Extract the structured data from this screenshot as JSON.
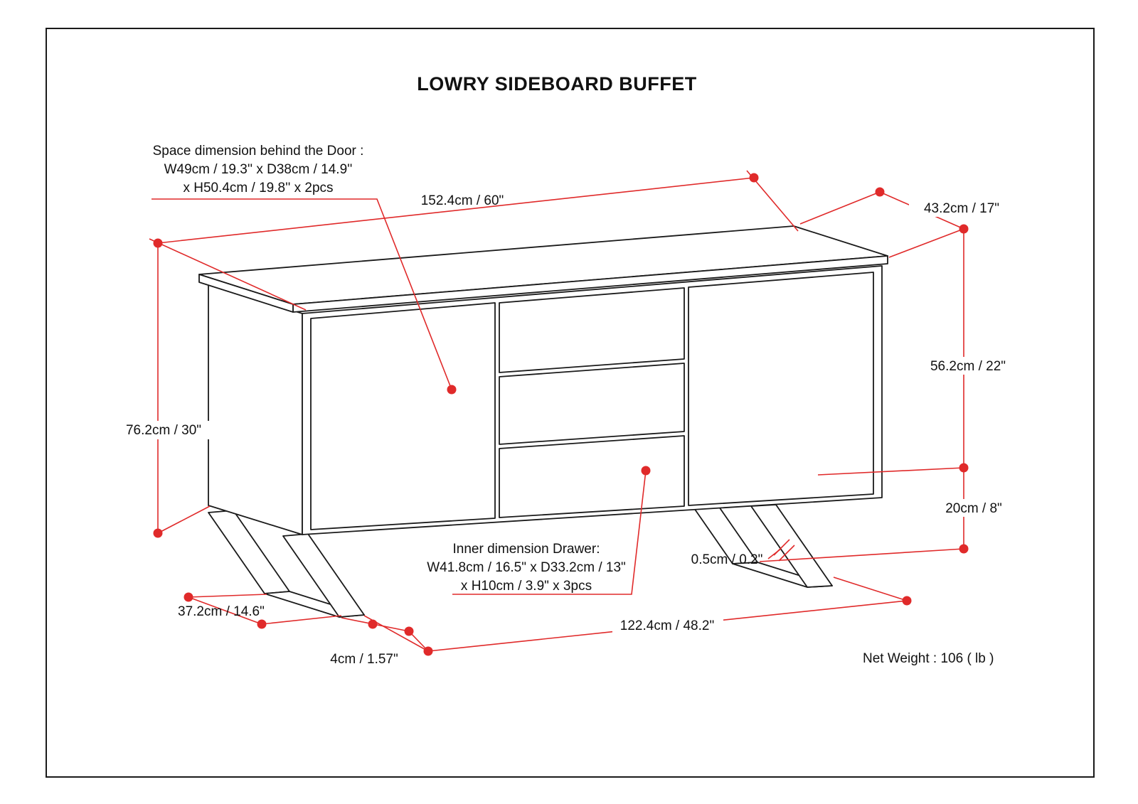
{
  "header": {
    "title": "LOWRY SIDEBOARD BUFFET"
  },
  "dims": {
    "width": "152.4cm / 60\"",
    "depth": "43.2cm / 17\"",
    "height": "76.2cm / 30\"",
    "body_height": "56.2cm / 22\"",
    "leg_height": "20cm / 8\"",
    "gap": "0.5cm / 0.2\"",
    "leg_depth": "37.2cm / 14.6\"",
    "leg_width": "4cm / 1.57\"",
    "leg_span": "122.4cm / 48.2\""
  },
  "notes": {
    "door_space": {
      "line1": "Space dimension behind the Door :",
      "line2": "W49cm / 19.3'' x D38cm / 14.9''",
      "line3": "x H50.4cm / 19.8'' x 2pcs"
    },
    "drawer_inner": {
      "line1": "Inner dimension Drawer:",
      "line2": "W41.8cm / 16.5\" x D33.2cm / 13\"",
      "line3": "x H10cm / 3.9\" x 3pcs"
    },
    "net_weight": "Net Weight : 106 ( lb )"
  },
  "colors": {
    "dimension_red": "#e02a2a",
    "line_black": "#1a1a1a",
    "background": "#ffffff"
  }
}
